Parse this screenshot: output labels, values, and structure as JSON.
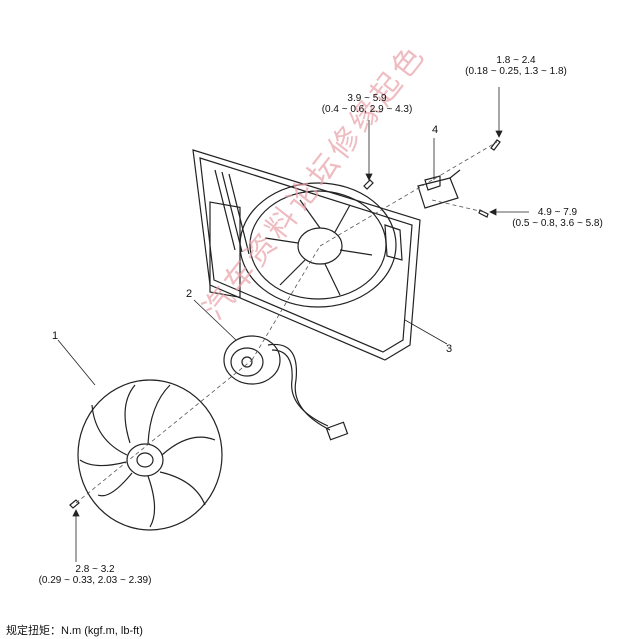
{
  "torque_labels": {
    "bolt_top": {
      "line1": "1.8 ~ 2.4",
      "line2": "(0.18 ~ 0.25, 1.3 ~ 1.8)"
    },
    "bolt_shroud": {
      "line1": "3.9 ~ 5.9",
      "line2": "(0.4 ~ 0.6, 2.9 ~ 4.3)"
    },
    "bolt_right": {
      "line1": "4.9 ~ 7.9",
      "line2": "(0.5 ~ 0.8, 3.6 ~ 5.8)"
    },
    "bolt_fan": {
      "line1": "2.8 ~ 3.2",
      "line2": "(0.29 ~ 0.33, 2.03 ~ 2.39)"
    }
  },
  "callouts": {
    "c1": "1",
    "c2": "2",
    "c3": "3",
    "c4": "4"
  },
  "footer": "规定扭矩：N.m (kgf.m, lb-ft)",
  "watermark": "汽车资料论坛修缘起色"
}
